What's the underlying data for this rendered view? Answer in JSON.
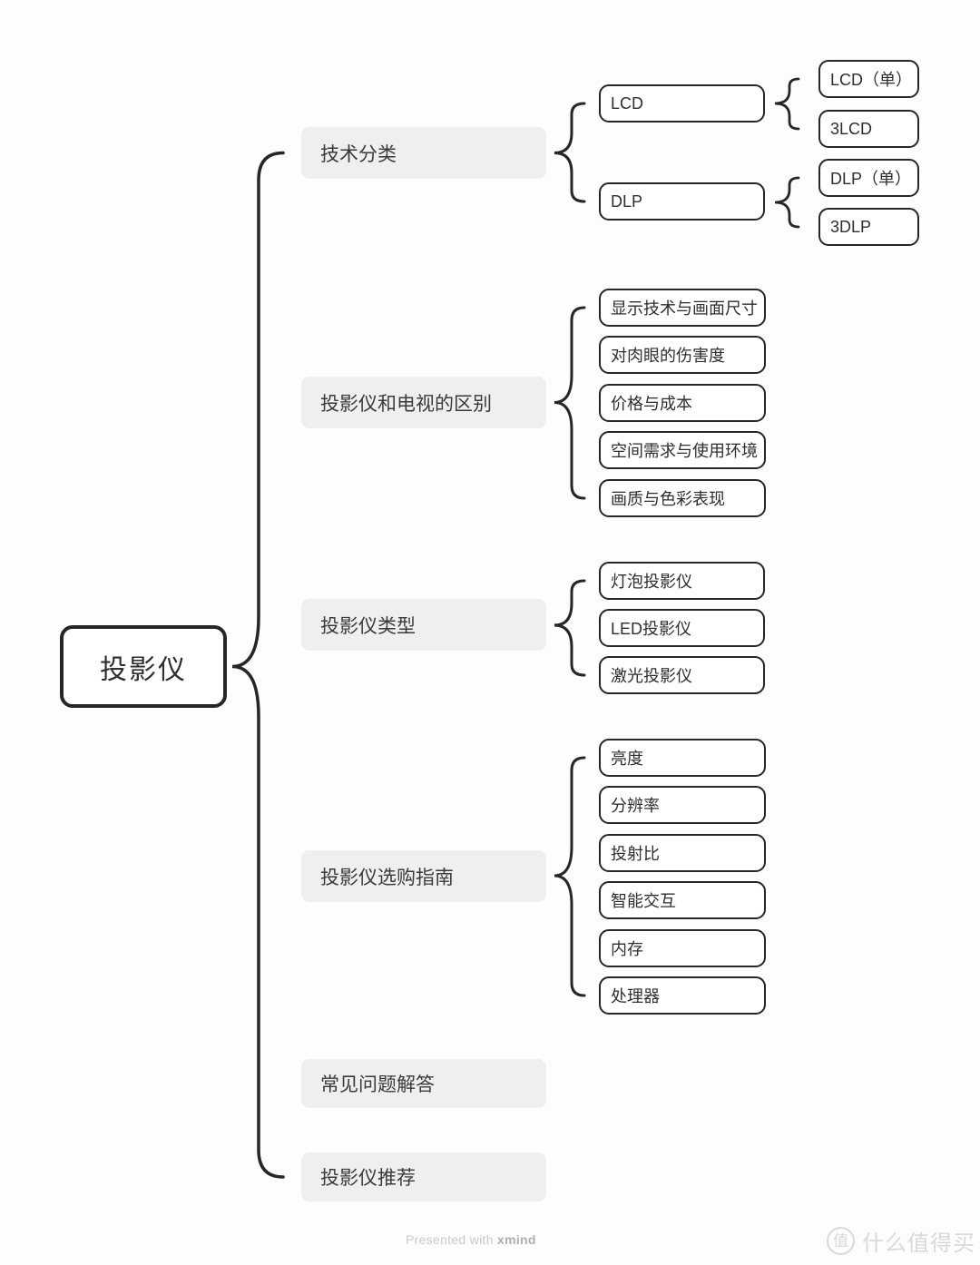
{
  "root": {
    "label": "投影仪"
  },
  "branches": [
    {
      "label": "技术分类",
      "children": [
        {
          "label": "LCD",
          "children": [
            {
              "label": "LCD（单）"
            },
            {
              "label": "3LCD"
            }
          ]
        },
        {
          "label": "DLP",
          "children": [
            {
              "label": "DLP（单）"
            },
            {
              "label": "3DLP"
            }
          ]
        }
      ]
    },
    {
      "label": "投影仪和电视的区别",
      "children": [
        {
          "label": "显示技术与画面尺寸"
        },
        {
          "label": "对肉眼的伤害度"
        },
        {
          "label": "价格与成本"
        },
        {
          "label": "空间需求与使用环境"
        },
        {
          "label": "画质与色彩表现"
        }
      ]
    },
    {
      "label": "投影仪类型",
      "children": [
        {
          "label": "灯泡投影仪"
        },
        {
          "label": "LED投影仪"
        },
        {
          "label": "激光投影仪"
        }
      ]
    },
    {
      "label": "投影仪选购指南",
      "children": [
        {
          "label": "亮度"
        },
        {
          "label": "分辨率"
        },
        {
          "label": "投射比"
        },
        {
          "label": "智能交互"
        },
        {
          "label": "内存"
        },
        {
          "label": "处理器"
        }
      ]
    },
    {
      "label": "常见问题解答",
      "children": []
    },
    {
      "label": "投影仪推荐",
      "children": []
    }
  ],
  "footer": {
    "prefix": "Presented with ",
    "brand": "xmind"
  },
  "watermark": {
    "badge": "值",
    "text": "什么值得买"
  },
  "colors": {
    "line": "#262626",
    "branch_bg": "#efefef",
    "node_border": "#262626",
    "text": "#363636",
    "watermark": "#d9d9d9",
    "footer_text": "#c9c9c9"
  }
}
